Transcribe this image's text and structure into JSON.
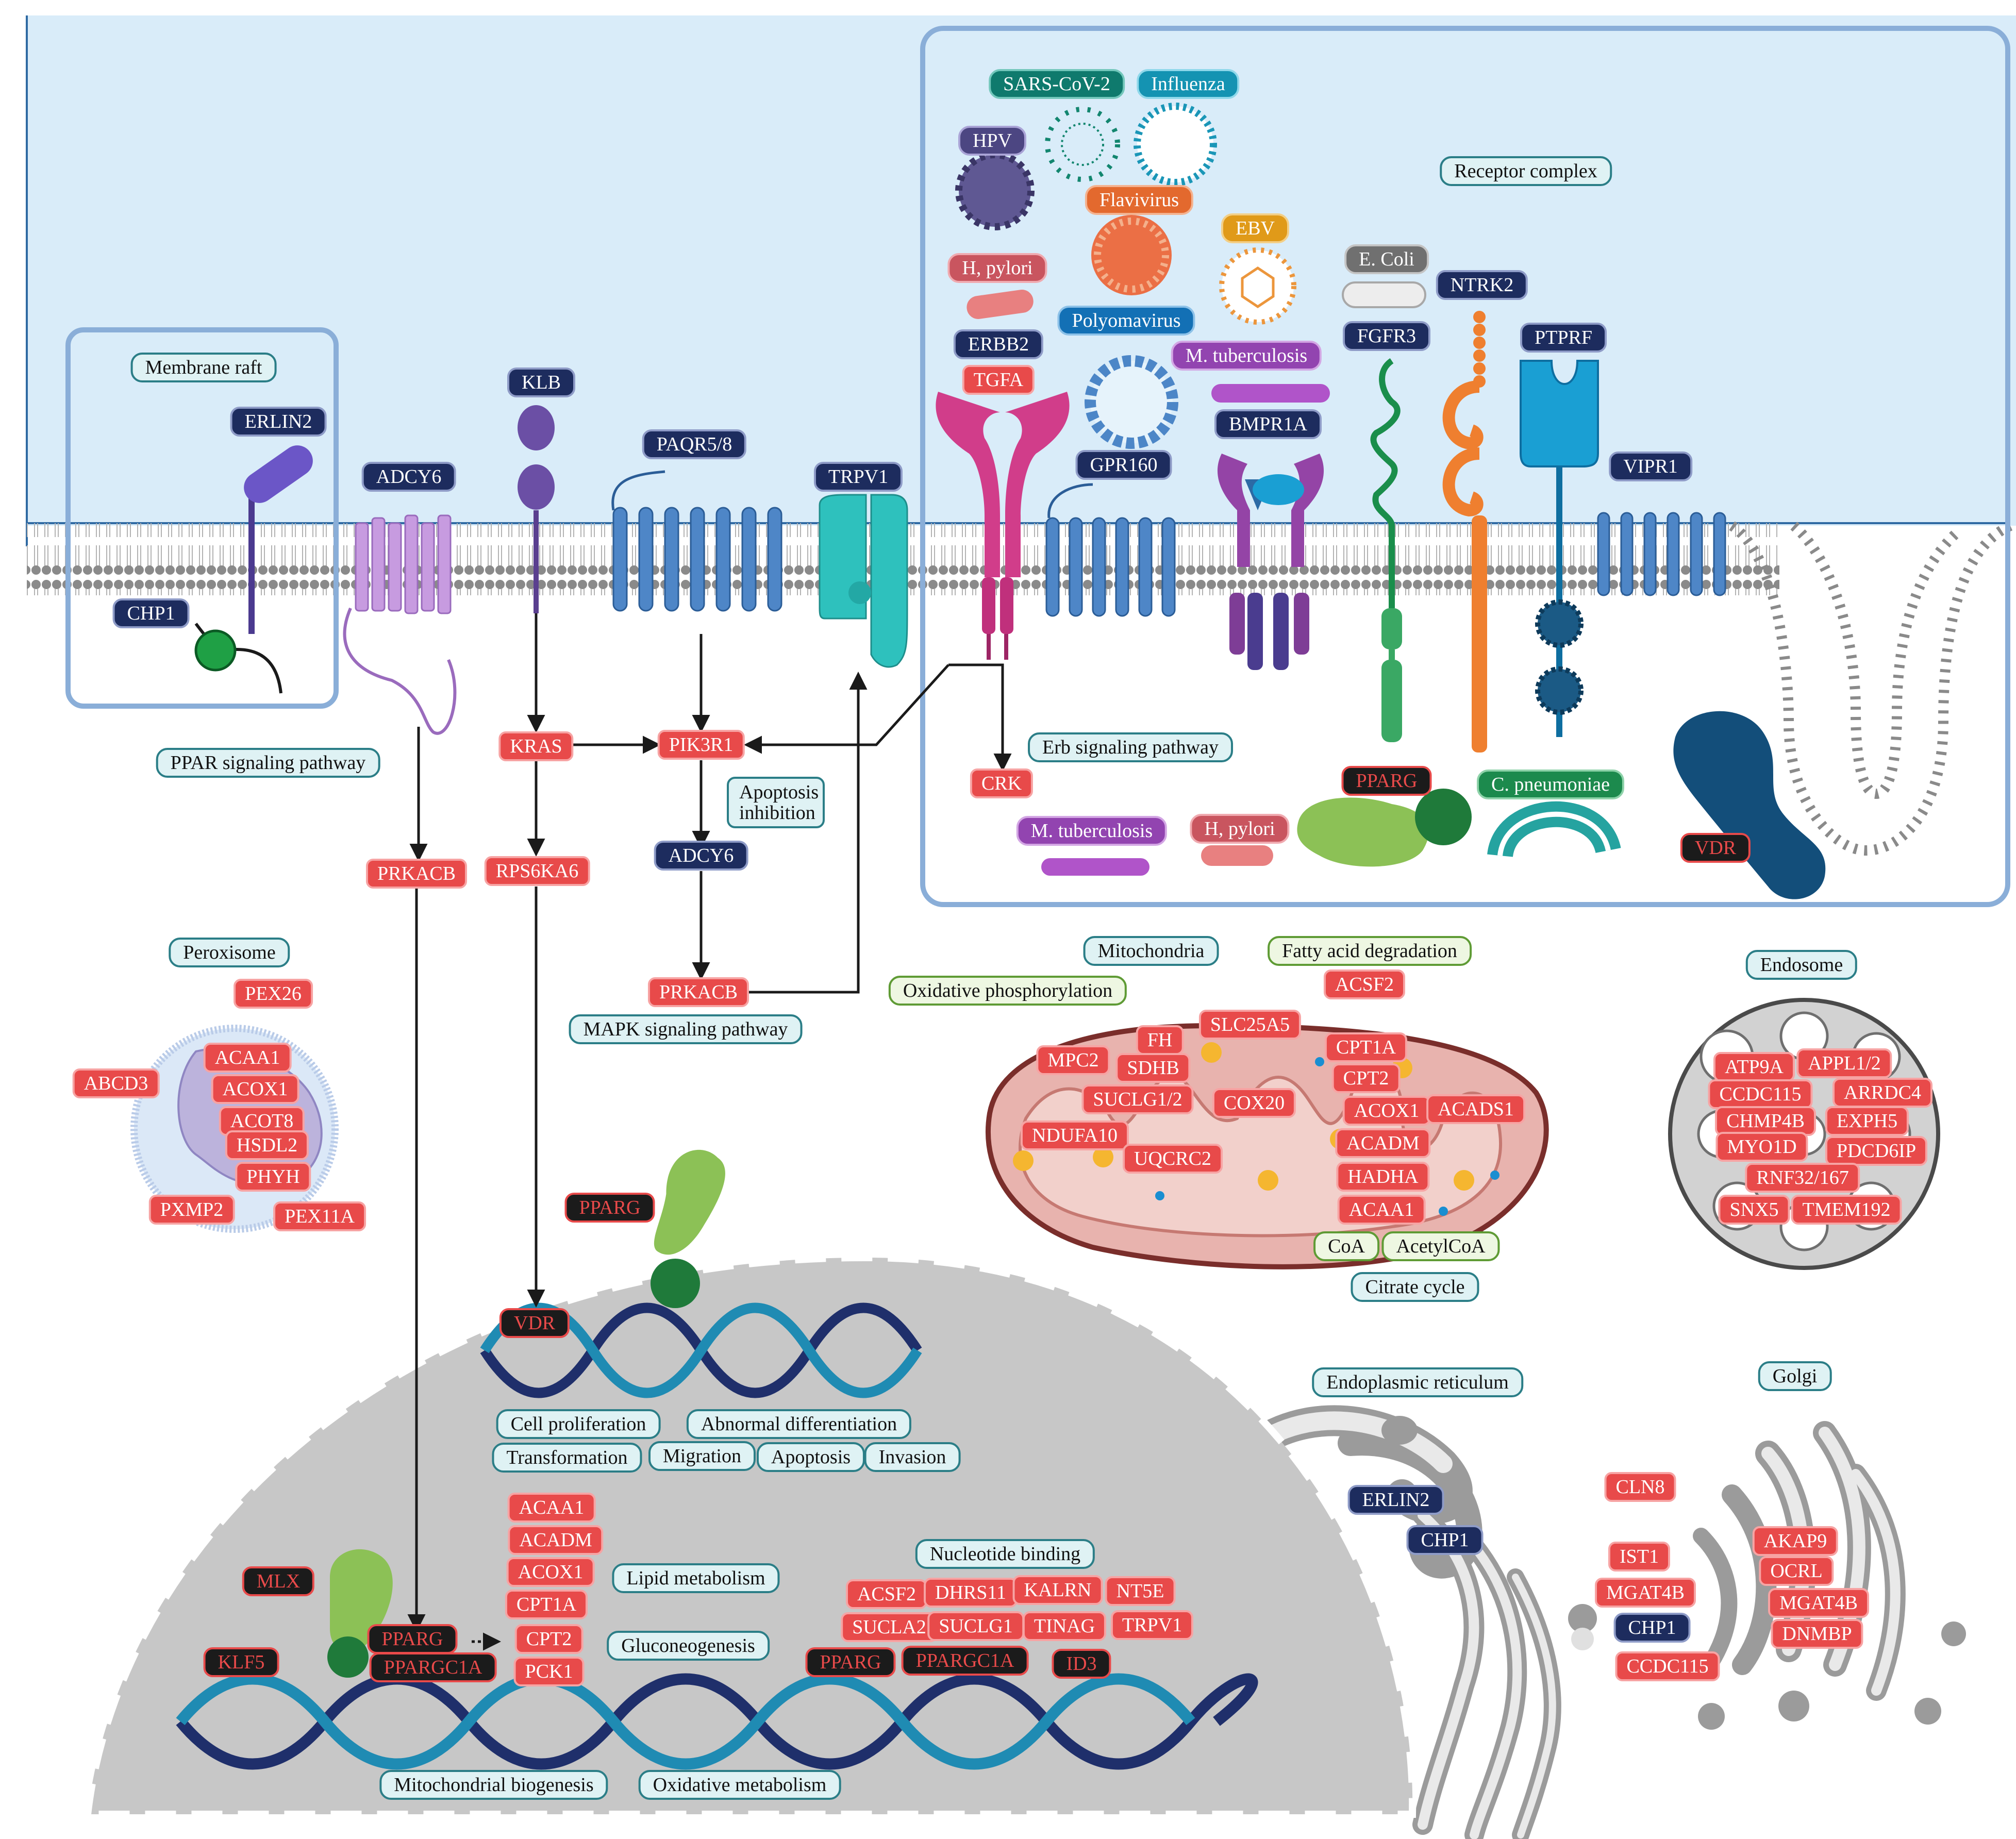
{
  "cellular_compartments": {
    "membrane_raft": "Membrane raft",
    "receptor_complex": "Receptor complex",
    "peroxisome": "Peroxisome",
    "mitochondria": "Mitochondria",
    "endosome": "Endosome",
    "endoplasmic_reticulum": "Endoplasmic reticulum",
    "golgi": "Golgi"
  },
  "pathways": {
    "ppar": "PPAR signaling pathway",
    "erb": "Erb signaling pathway",
    "mapk": "MAPK signaling pathway",
    "oxphos": "Oxidative phosphorylation",
    "fatty_acid": "Fatty acid degradation",
    "citrate": "Citrate cycle",
    "apoptosis_inhibition": "Apoptosis inhibition"
  },
  "membrane_proteins": {
    "erlin2": "ERLIN2",
    "chp1": "CHP1",
    "adcy6": "ADCY6",
    "klb": "KLB",
    "paqr": "PAQR5/8",
    "trpv1": "TRPV1",
    "erbb2": "ERBB2",
    "tgfa": "TGFA",
    "gpr160": "GPR160",
    "bmpr1a": "BMPR1A",
    "fgfr3": "FGFR3",
    "ntrk2": "NTRK2",
    "ptprf": "PTPRF",
    "vipr1": "VIPR1"
  },
  "pathogens": {
    "sars": "SARS-CoV-2",
    "influenza": "Influenza",
    "hpv": "HPV",
    "flavivirus": "Flavivirus",
    "ebv": "EBV",
    "h_pylori": "H, pylori",
    "e_coli": "E. Coli",
    "polyomavirus": "Polyomavirus",
    "m_tuberculosis": "M. tuberculosis",
    "c_pneumoniae": "C. pneumoniae"
  },
  "signaling": {
    "kras": "KRAS",
    "pik3r1": "PIK3R1",
    "crk": "CRK",
    "adcy6": "ADCY6",
    "prkacb": "PRKACB",
    "rps6ka6": "RPS6KA6",
    "pparg": "PPARG",
    "vdr": "VDR"
  },
  "peroxisome_genes": [
    "PEX26",
    "ACAA1",
    "ACOX1",
    "ACOT8",
    "HSDL2",
    "PHYH",
    "ABCD3",
    "PXMP2",
    "PEX11A"
  ],
  "mitochondria_genes": [
    "MPC2",
    "FH",
    "SLC25A5",
    "CPT1A",
    "SDHB",
    "CPT2",
    "SUCLG1/2",
    "COX20",
    "ACOX1",
    "ACADS1",
    "NDUFA10",
    "ACADM",
    "UQCRC2",
    "HADHA",
    "ACAA1",
    "ACSF2"
  ],
  "metabolites": {
    "coa": "CoA",
    "acetylcoa": "AcetylCoA"
  },
  "endosome_genes": [
    "ATP9A",
    "APPL1/2",
    "CCDC115",
    "ARRDC4",
    "CHMP4B",
    "EXPH5",
    "MYO1D",
    "PDCD6IP",
    "RNF32/167",
    "SNX5",
    "TMEM192"
  ],
  "er_genes": [
    "ERLIN2",
    "CHP1"
  ],
  "golgi_vesicle_genes": [
    "CLN8",
    "IST1",
    "MGAT4B",
    "CHP1",
    "CCDC115"
  ],
  "golgi_genes": [
    "AKAP9",
    "OCRL",
    "MGAT4B",
    "DNMBP"
  ],
  "nucleus": {
    "outcomes": [
      "Cell proliferation",
      "Abnormal differentiation",
      "Transformation",
      "Migration",
      "Apoptosis",
      "Invasion"
    ],
    "transcription_factors": [
      "MLX",
      "KLF5",
      "PPARG",
      "PPARGC1A",
      "PPARG",
      "PPARGC1A",
      "ID3"
    ],
    "lipid_genes": [
      "ACAA1",
      "ACADM",
      "ACOX1",
      "CPT1A",
      "CPT2",
      "PCK1"
    ],
    "lipid_metabolism": "Lipid metabolism",
    "gluconeogenesis": "Gluconeogenesis",
    "nucleotide_binding": "Nucleotide binding",
    "nucleotide_genes": [
      "ACSF2",
      "DHRS11",
      "KALRN",
      "NT5E",
      "SUCLA2",
      "SUCLG1",
      "TINAG",
      "TRPV1"
    ],
    "bottom_outcomes": [
      "Mitochondrial biogenesis",
      "Oxidative metabolism"
    ]
  },
  "colors": {
    "membrane_fill": "#d9ecf9",
    "box_border": "#8aaed8",
    "gene_red": "#e84a4a",
    "protein_navy": "#1d2c5e",
    "nucleus_gray": "#c7c7c7",
    "mito": "#e8b3ae"
  }
}
